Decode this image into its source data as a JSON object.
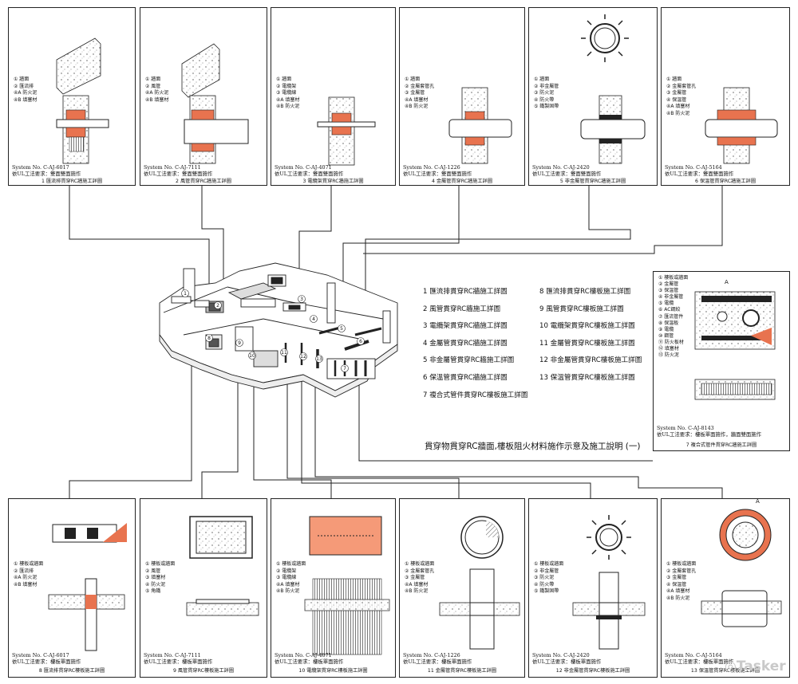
{
  "main_title": "貫穿物貫穿RC牆面,樓板阻火材料施作示意及施工說明 (一)",
  "key_list": [
    {
      "num": "1",
      "label": "匯流排貫穿RC牆施工詳圖"
    },
    {
      "num": "2",
      "label": "風管貫穿RC牆施工詳圖"
    },
    {
      "num": "3",
      "label": "電纜架貫穿RC牆施工詳圖"
    },
    {
      "num": "4",
      "label": "金屬管貫穿RC牆施工詳圖"
    },
    {
      "num": "5",
      "label": "非金屬管貫穿RC牆施工詳圖"
    },
    {
      "num": "6",
      "label": "保溫管貫穿RC牆施工詳圖"
    },
    {
      "num": "7",
      "label": "複合式管件貫穿RC樓板施工詳圖"
    },
    {
      "num": "8",
      "label": "匯流排貫穿RC樓板施工詳圖"
    },
    {
      "num": "9",
      "label": "風管貫穿RC樓板施工詳圖"
    },
    {
      "num": "10",
      "label": "電纜架貫穿RC樓板施工詳圖"
    },
    {
      "num": "11",
      "label": "金屬管貫穿RC樓板施工詳圖"
    },
    {
      "num": "12",
      "label": "非金屬管貫穿RC樓板施工詳圖"
    },
    {
      "num": "13",
      "label": "保溫管貫穿RC樓板施工詳圖"
    }
  ],
  "ul_prefix": "依UL工法要求：",
  "panels": {
    "p1": {
      "system": "System No. C-AJ-6017",
      "req": "雙面雙面施作",
      "caption": "匯流排貫穿RC牆施工詳圖",
      "num": "1",
      "legend": [
        "① 牆面",
        "② 匯流排",
        "④A 防火泥",
        "④B 填塞材"
      ]
    },
    "p2": {
      "system": "System No. C-AJ-7111",
      "req": "雙面雙面施作",
      "caption": "風管貫穿RC牆施工詳圖",
      "num": "2",
      "legend": [
        "① 牆面",
        "② 風管",
        "④A 防火泥",
        "④B 填塞材"
      ]
    },
    "p3": {
      "system": "System No. C-AJ-4071",
      "req": "雙面雙面施作",
      "caption": "電纜架貫穿RC牆施工詳圖",
      "num": "3",
      "legend": [
        "① 牆面",
        "② 電纜架",
        "③ 電纜線",
        "④A 填塞材",
        "④B 防火泥"
      ]
    },
    "p4": {
      "system": "System No. C-AJ-1226",
      "req": "雙面雙面施作",
      "caption": "金屬管貫穿RC牆施工詳圖",
      "num": "4",
      "legend": [
        "① 牆面",
        "② 金屬套管孔",
        "③ 金屬管",
        "④A 填塞材",
        "④B 防火泥"
      ]
    },
    "p5": {
      "system": "System No. C-AJ-2420",
      "req": "雙面雙面施作",
      "caption": "非金屬管貫穿RC牆施工詳圖",
      "num": "5",
      "legend": [
        "① 牆面",
        "② 非金屬管",
        "③ 防火泥",
        "④ 防火帶",
        "⑤ 鐵製固帶"
      ]
    },
    "p6": {
      "system": "System No. C-AJ-5164",
      "req": "雙面雙面施作",
      "caption": "保溫管貫穿RC牆施工詳圖",
      "num": "6",
      "legend": [
        "① 牆面",
        "② 金屬套管孔",
        "③ 金屬管",
        "④ 保溫管",
        "④A 填塞材",
        "④B 防火泥"
      ]
    },
    "p7": {
      "system": "System No. C-AJ-8143",
      "req": "樓板單面施作，牆面雙面施作",
      "caption": "複合式管件貫穿RC牆施工詳圖",
      "num": "7",
      "legend": [
        "① 樓板或牆面",
        "② 金屬管",
        "③ 保溫管",
        "④ 非金屬管",
        "⑤ 電纜",
        "⑥ AC鋼絞",
        "⑦ 匯流管件",
        "⑧ 保溫板",
        "⑨ 電纜",
        "⑩ 鋼管",
        "⑪ 防火板材",
        "⑫ 填塞材",
        "⑬ 防火泥"
      ]
    },
    "p8": {
      "system": "System No. C-AJ-6017",
      "req": "樓板單面施作",
      "caption": "匯流排貫穿RC樓板施工詳圖",
      "num": "8",
      "legend": [
        "① 樓板或牆面",
        "② 匯流排",
        "④A 防火泥",
        "④B 填塞材"
      ]
    },
    "p9": {
      "system": "System No. C-AJ-7111",
      "req": "樓板單面施作",
      "caption": "風管貫穿RC樓板施工詳圖",
      "num": "9",
      "legend": [
        "① 樓板或牆面",
        "② 風管",
        "③ 填塞材",
        "④ 防火泥",
        "⑤ 角鐵"
      ]
    },
    "p10": {
      "system": "System No. C-AJ-4071",
      "req": "樓板單面施作",
      "caption": "電纜架貫穿RC樓板施工詳圖",
      "num": "10",
      "legend": [
        "① 樓板或牆面",
        "② 電纜架",
        "③ 電纜線",
        "④A 填塞材",
        "④B 防火泥"
      ]
    },
    "p11": {
      "system": "System No. C-AJ-1226",
      "req": "樓板單面施作",
      "caption": "金屬管貫穿RC樓板施工詳圖",
      "num": "11",
      "legend": [
        "① 樓板或牆面",
        "② 金屬套管孔",
        "③ 金屬管",
        "④A 填塞材",
        "④B 防火泥"
      ]
    },
    "p12": {
      "system": "System No. C-AJ-2420",
      "req": "樓板單面施作",
      "caption": "非金屬管貫穿RC樓板施工詳圖",
      "num": "12",
      "legend": [
        "① 樓板或牆面",
        "② 非金屬管",
        "③ 防火泥",
        "④ 防火帶",
        "⑤ 鐵製固帶"
      ]
    },
    "p13": {
      "system": "System No. C-AJ-5164",
      "req": "樓板單面施作",
      "caption": "保溫管貫穿RC樓板施工詳圖",
      "num": "13",
      "legend": [
        "① 樓板或牆面",
        "② 金屬套管孔",
        "③ 金屬管",
        "④ 保溫管",
        "④A 填塞材",
        "④B 防火泥"
      ]
    }
  },
  "section_mark": "A",
  "watermark": "Tasker",
  "colors": {
    "fire_compound": "#e8734f",
    "fire_compound_light": "#f59a78",
    "line": "#222222"
  }
}
